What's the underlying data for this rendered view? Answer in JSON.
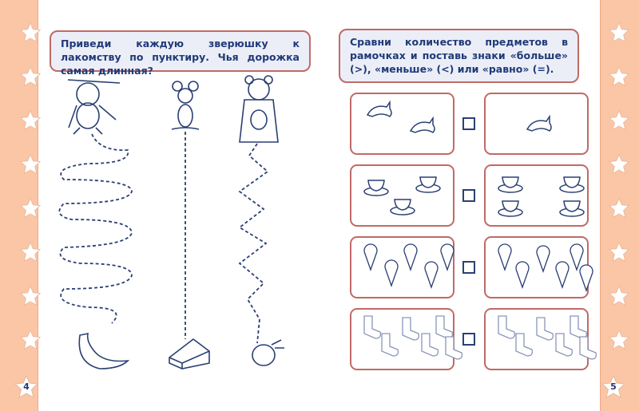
{
  "left_page": {
    "page_number": "4",
    "task": "Приведи каждую зверюшку к лакомству по пунктиру. Чья дорожка самая длинная?",
    "paths": [
      {
        "animal": "monkey",
        "treat": "banana"
      },
      {
        "animal": "mouse",
        "treat": "cheese"
      },
      {
        "animal": "bear",
        "treat": "raspberry"
      }
    ]
  },
  "right_page": {
    "page_number": "5",
    "task": "Сравни количество предметов в рамочках и поставь знаки «больше» (>), «меньше» (<) или «равно» (=).",
    "rows": [
      {
        "item": "dolphin",
        "left_count": 2,
        "right_count": 1
      },
      {
        "item": "cup",
        "left_count": 3,
        "right_count": 4
      },
      {
        "item": "ice-cream",
        "left_count": 5,
        "right_count": 6
      },
      {
        "item": "sock",
        "left_count": 6,
        "right_count": 6
      }
    ]
  },
  "colors": {
    "strip": "#fbc6a6",
    "border": "#c06a66",
    "ink": "#1f3a78",
    "task_bg": "#eceef7"
  }
}
